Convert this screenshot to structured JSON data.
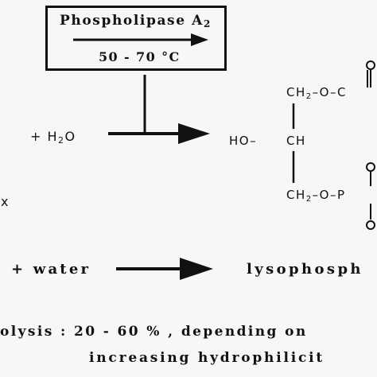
{
  "enzyme": {
    "name": "Phospholipase A",
    "subscript": "2",
    "temperature": "50 - 70 °C"
  },
  "reactant": {
    "plus_water": "+ H",
    "water_subscript": "2",
    "water_o": "O",
    "x_label": "x"
  },
  "product": {
    "ch2_top": "CH",
    "ch2_top_sub": "2",
    "ch2_top_suffix": "–O–C",
    "ho": "HO–",
    "ch_mid": "CH",
    "ch2_bottom": "CH",
    "ch2_bottom_sub": "2",
    "ch2_bottom_suffix": "–O–P"
  },
  "word_equation": {
    "reactant": "+ water",
    "product": "lysophosph"
  },
  "notes": {
    "yield": "olysis : 20 - 60 % , depending on",
    "trend": "increasing hydrophilicit"
  }
}
